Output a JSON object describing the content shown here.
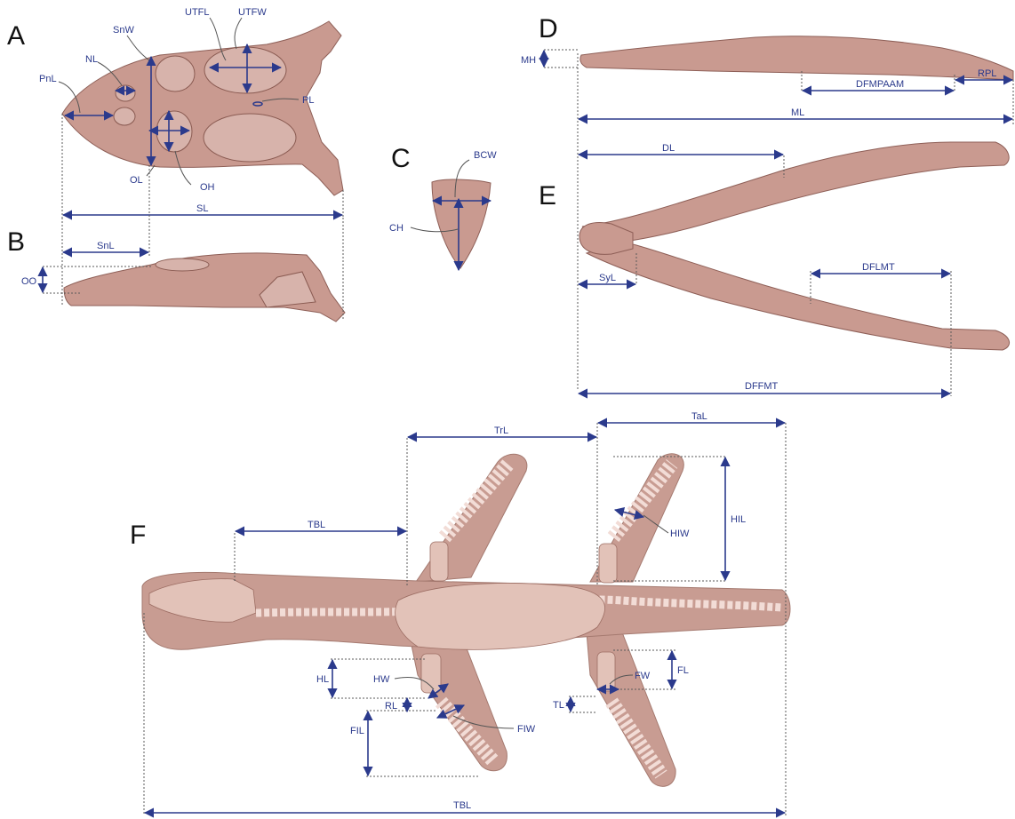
{
  "figure": {
    "panels": {
      "A": "A",
      "B": "B",
      "C": "C",
      "D": "D",
      "E": "E",
      "F": "F"
    },
    "labels": {
      "snw": "SnW",
      "utfl": "UTFL",
      "utfw": "UTFW",
      "nl": "NL",
      "pnl": "PnL",
      "pl": "PL",
      "ol": "OL",
      "oh": "OH",
      "sl": "SL",
      "snl": "SnL",
      "oo": "OO",
      "bcw": "BCW",
      "ch": "CH",
      "mh": "MH",
      "dfmpaam": "DFMPAAM",
      "rpl": "RPL",
      "ml": "ML",
      "dl": "DL",
      "syl": "SyL",
      "dflmt": "DFLMT",
      "dffmt": "DFFMT",
      "trl": "TrL",
      "tal": "TaL",
      "tbl_neck": "TBL",
      "hil": "HIL",
      "hiw": "HIW",
      "hl": "HL",
      "hw": "HW",
      "rl": "RL",
      "fil": "FIL",
      "fiw": "FIW",
      "fw": "FW",
      "fl": "FL",
      "tl": "TL",
      "tbl_total": "TBL"
    },
    "colors": {
      "measurement": "#2b3a8c",
      "specimen": "#c99a90",
      "guide": "#5a5a5a"
    }
  }
}
